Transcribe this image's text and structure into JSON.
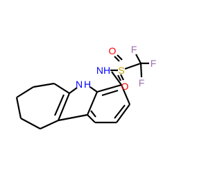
{
  "molecule": {
    "atoms": {
      "nh_ring": "N",
      "nh_ring_h": "H",
      "nh_amide": "NH",
      "sulfur": "S",
      "oxygen_top": "O",
      "oxygen_bottom": "O",
      "fluorine_top": "F",
      "fluorine_right": "F",
      "fluorine_bottom": "F"
    },
    "colors": {
      "nitrogen": "#0000ff",
      "sulfur": "#c8a000",
      "oxygen": "#ff0000",
      "fluorine": "#9b6fb0",
      "bond": "#000000"
    }
  }
}
